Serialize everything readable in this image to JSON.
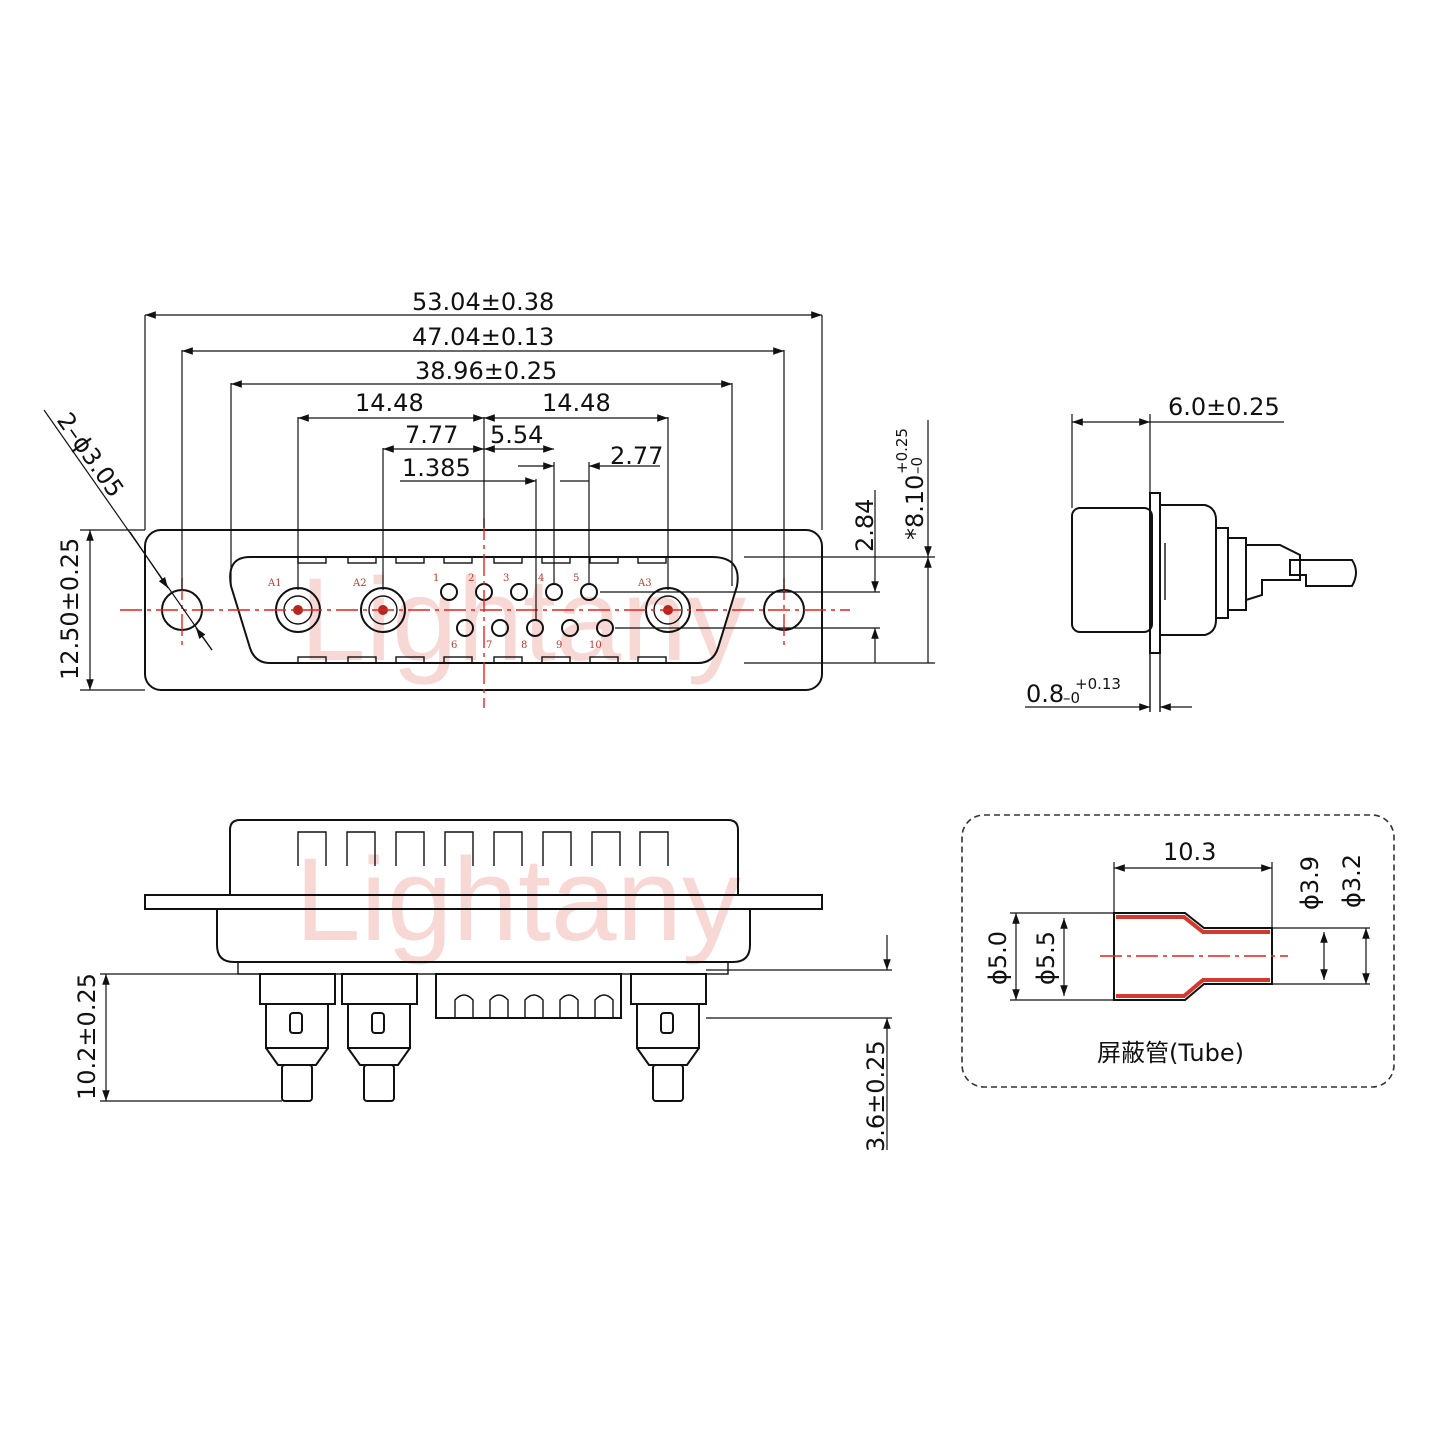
{
  "watermark": "Lightany",
  "front_view": {
    "dim_overall": "53.04±0.38",
    "dim_flange_holes": "47.04±0.13",
    "dim_shell": "38.96±0.25",
    "dim_left_pitch": "14.48",
    "dim_right_pitch": "14.48",
    "dim_a": "7.77",
    "dim_b": "5.54",
    "dim_c": "1.385",
    "dim_d": "2.77",
    "dim_hole": "2–ϕ3.05",
    "dim_height": "12.50±0.25",
    "dim_row": "2.84",
    "dim_shell_height": "*8.10",
    "dim_shell_height_tol_upper": "+0.25",
    "dim_shell_height_tol_lower": "–0",
    "pin_labels_top": [
      "1",
      "2",
      "3",
      "4",
      "5"
    ],
    "pin_labels_bottom": [
      "6",
      "7",
      "8",
      "9",
      "10"
    ],
    "power_labels": [
      "A1",
      "A2",
      "A3"
    ]
  },
  "side_view": {
    "dim_depth": "6.0±0.25",
    "dim_flange": "0.8",
    "dim_flange_tol_upper": "+0.13",
    "dim_flange_tol_lower": "–0"
  },
  "bottom_view": {
    "dim_pin_length": "10.2±0.25",
    "dim_tail": "3.6±0.25"
  },
  "tube": {
    "title": "屏蔽管(Tube)",
    "dim_length": "10.3",
    "dim_od_large": "ϕ5.0",
    "dim_id_large": "ϕ5.5",
    "dim_od_small": "ϕ3.9",
    "dim_id_small": "ϕ3.2"
  }
}
